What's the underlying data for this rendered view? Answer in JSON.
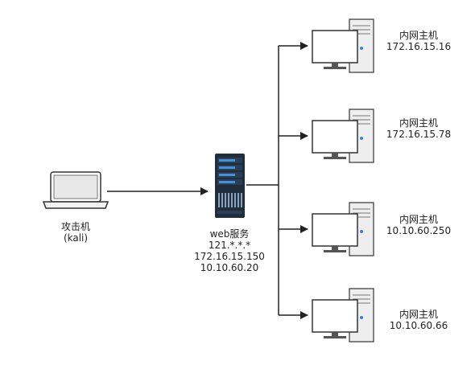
{
  "attacker": {
    "name": "攻击机",
    "os": "(kali)"
  },
  "server": {
    "name": "web服务",
    "ips": [
      "121.*.*.*",
      "172.16.15.150",
      "10.10.60.20"
    ]
  },
  "hosts": [
    {
      "name": "内网主机",
      "ip": "172.16.15.16"
    },
    {
      "name": "内网主机",
      "ip": "172.16.15.78"
    },
    {
      "name": "内网主机",
      "ip": "10.10.60.250"
    },
    {
      "name": "内网主机",
      "ip": "10.10.60.66"
    }
  ],
  "colors": {
    "line": "#222222",
    "screen_border": "#333333",
    "screen_fill": "#ffffff",
    "case_fill": "#eeeeee",
    "laptop_screen": "#e8e8e8",
    "server_body": "#1f2d3d",
    "server_accent": "#4a90d9",
    "led": "#3d7fd6"
  }
}
